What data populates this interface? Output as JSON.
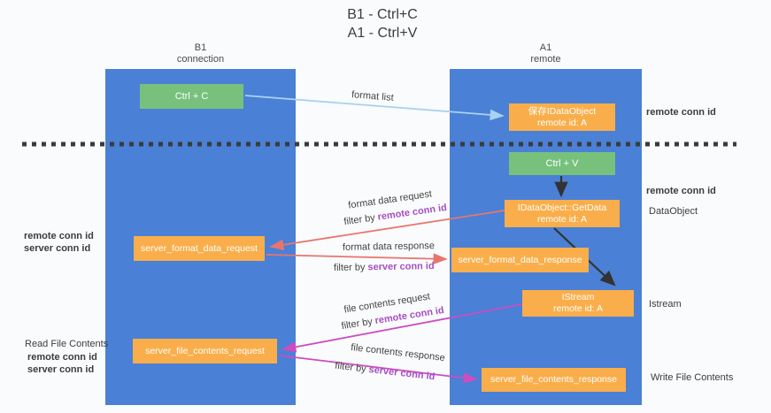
{
  "title": {
    "line1": "B1 - Ctrl+C",
    "line2": "A1 - Ctrl+V"
  },
  "lanes": {
    "left": {
      "title": "B1",
      "subtitle": "connection"
    },
    "right": {
      "title": "A1",
      "subtitle": "remote"
    }
  },
  "boxes": {
    "ctrl_c": {
      "label": "Ctrl + C"
    },
    "saved_dataobject": {
      "line1": "保存IDataObject",
      "line2": "remote id: A"
    },
    "ctrl_v": {
      "label": "Ctrl + V"
    },
    "getdata": {
      "line1": "IDataObject::GetData",
      "line2": "remote id: A"
    },
    "server_format_data_request": {
      "label": "server_format_data_request"
    },
    "server_format_data_response": {
      "label": "server_format_data_response"
    },
    "istream": {
      "line1": "IStream",
      "line2": "remote id: A"
    },
    "server_file_contents_request": {
      "label": "server_file_contents_request"
    },
    "server_file_contents_response": {
      "label": "server_file_contents_response"
    }
  },
  "edge_labels": {
    "format_list": "format list",
    "format_data_request": "format data request",
    "format_data_response": "format data response",
    "file_contents_request": "file contents request",
    "file_contents_response": "file contents response",
    "filter_by": "filter by",
    "remote_conn_id": "remote conn id",
    "server_conn_id": "server conn id"
  },
  "annotations": {
    "remote_conn_id": "remote conn id",
    "server_conn_id": "server conn id",
    "dataobject": "DataObject",
    "istream": "Istream",
    "read_file_contents": "Read File Contents",
    "write_file_contents": "Write File Contents"
  },
  "colors": {
    "lane_blue": "#4a80d6",
    "green_box": "#77c17d",
    "orange_box": "#f9ae4b",
    "format_arrow_blue": "#a8d2f0",
    "data_arrow_red": "#e8756d",
    "file_arrow_magenta": "#cb4dc0",
    "black_arrow": "#333333",
    "purple_text": "#a64fc4",
    "green_text": "#66b96b",
    "dashed_line": "#3b3b3b"
  }
}
